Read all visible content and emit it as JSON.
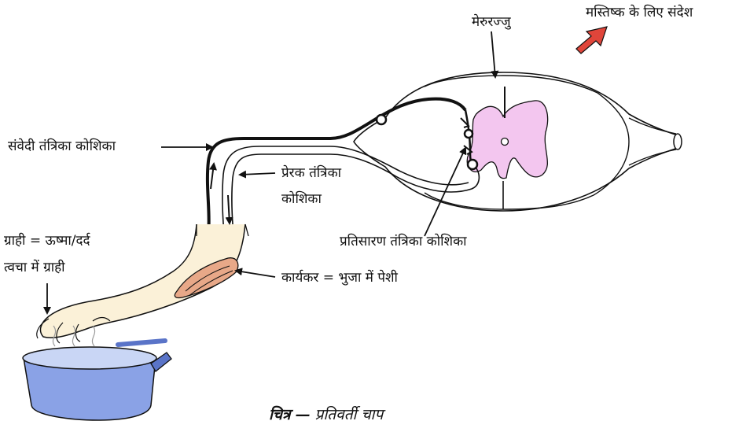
{
  "labels": {
    "spinal_cord": "मेरुरज्जु",
    "brain_message": "मस्तिष्क के लिए संदेश",
    "sensory_neuron": "संवेदी तंत्रिका कोशिका",
    "motor_neuron_line1": "प्रेरक तंत्रिका",
    "motor_neuron_line2": "कोशिका",
    "receptor_line1": "ग्राही = ऊष्मा/दर्द",
    "receptor_line2": "त्वचा में ग्राही",
    "relay_neuron": "प्रतिसारण तंत्रिका कोशिका",
    "effector": "कार्यकर = भुजा में पेशी"
  },
  "caption": {
    "prefix": "चित्र",
    "dash": "—",
    "title": "प्रतिवर्ती चाप"
  },
  "colors": {
    "outline": "#111111",
    "grey_matter": "#f3c6ef",
    "muscle": "#e8a888",
    "arm_fill": "#fbf1d8",
    "arrow_red": "#e0453a",
    "pan": "#8aa2e6",
    "pan_dark": "#5a74c8"
  }
}
